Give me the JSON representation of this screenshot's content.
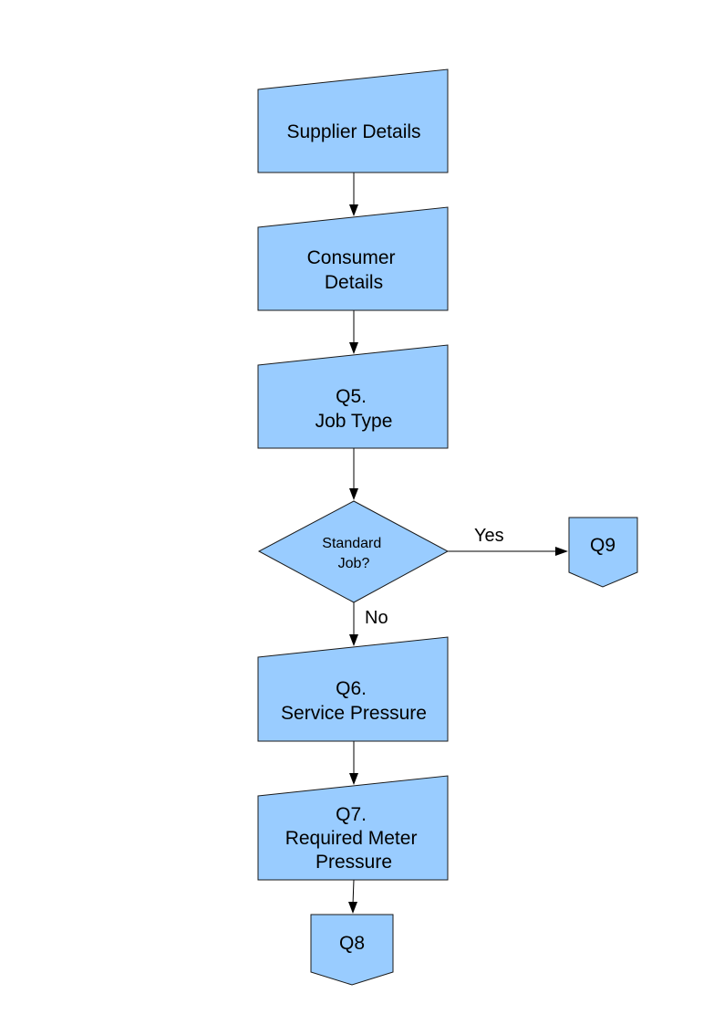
{
  "nodes": {
    "supplier_details": {
      "lines": [
        "Supplier Details"
      ]
    },
    "consumer_details": {
      "lines": [
        "Consumer",
        "Details"
      ]
    },
    "q5_job_type": {
      "lines": [
        "Q5.",
        "Job Type"
      ]
    },
    "standard_job_decision": {
      "lines": [
        "Standard",
        "Job?"
      ]
    },
    "q9_connector": {
      "lines": [
        "Q9"
      ]
    },
    "q6_service_pressure": {
      "lines": [
        "Q6.",
        "Service Pressure"
      ]
    },
    "q7_required_meter_pressure": {
      "lines": [
        "Q7.",
        "Required Meter",
        "Pressure"
      ]
    },
    "q8_connector": {
      "lines": [
        "Q8"
      ]
    }
  },
  "edges": {
    "yes_label": "Yes",
    "no_label": "No"
  },
  "colors": {
    "node_fill": "#99ccff",
    "node_stroke": "#1a1a1a",
    "edge": "#000000"
  }
}
